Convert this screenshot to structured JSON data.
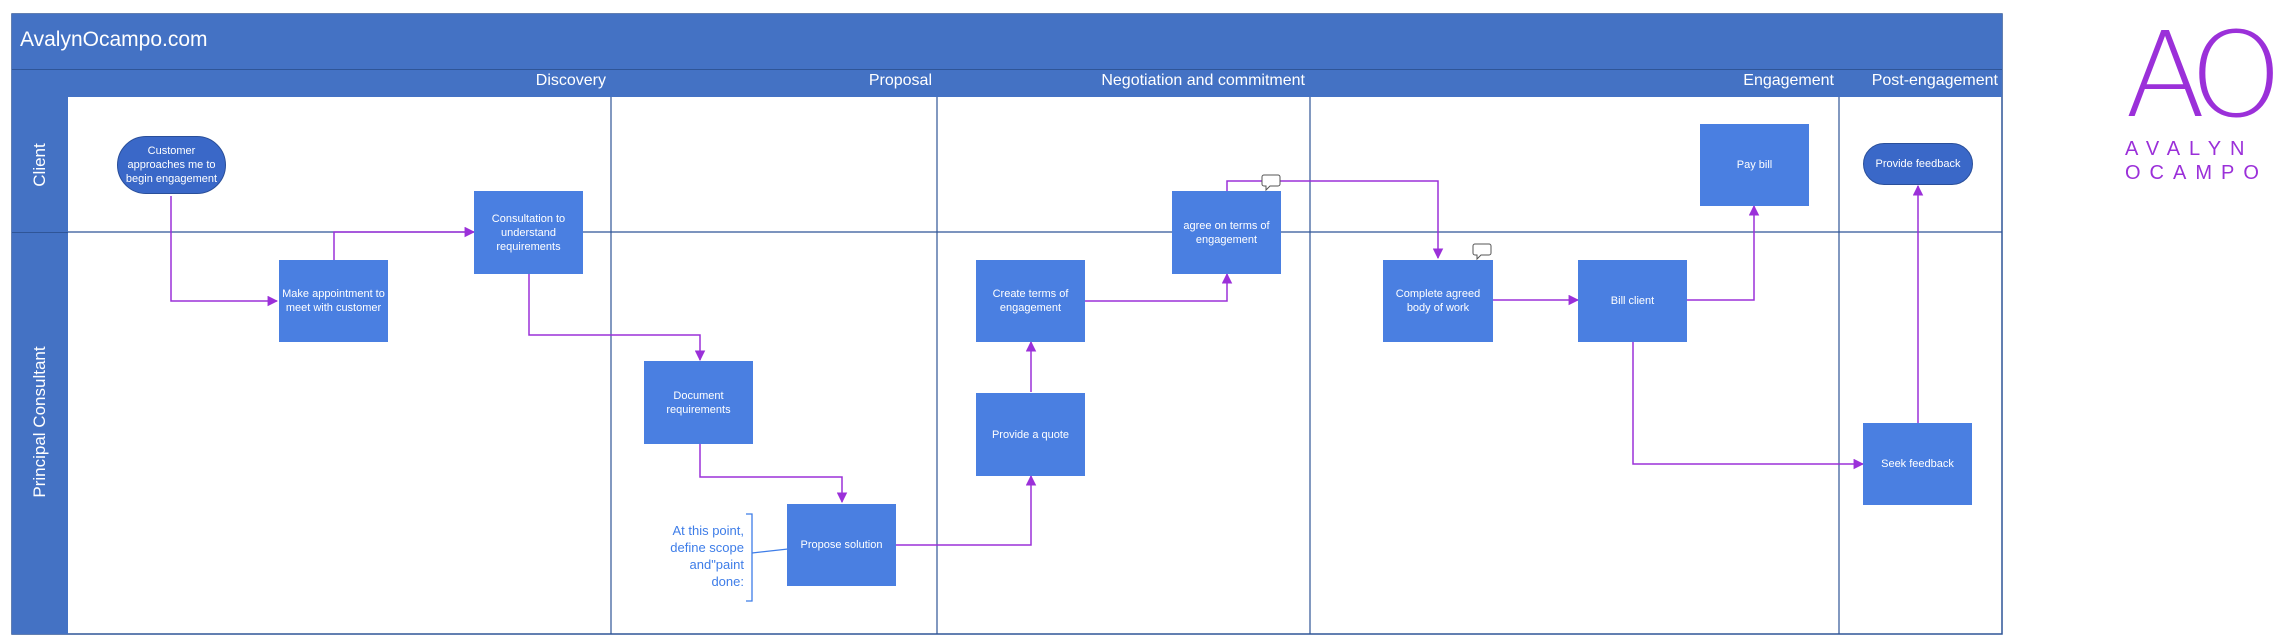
{
  "header": {
    "title": "AvalynOcampo.com"
  },
  "phases": [
    {
      "label": "Discovery"
    },
    {
      "label": "Proposal"
    },
    {
      "label": "Negotiation and commitment"
    },
    {
      "label": "Engagement"
    },
    {
      "label": "Post-engagement"
    }
  ],
  "lanes": [
    {
      "label": "Client"
    },
    {
      "label": "Principal Consultant"
    }
  ],
  "steps": {
    "customer_approaches": "Customer approaches me to begin engagement",
    "make_appointment": "Make appointment to meet with customer",
    "consultation": "Consultation to understand requirements",
    "document_requirements": "Document requirements",
    "propose_solution": "Propose solution",
    "provide_quote": "Provide a quote",
    "create_terms": "Create terms of engagement",
    "agree_terms": "agree on terms of engagement",
    "complete_work": "Complete agreed body of work",
    "bill_client": "Bill client",
    "pay_bill": "Pay bill",
    "provide_feedback": "Provide feedback",
    "seek_feedback": "Seek feedback"
  },
  "annotation": {
    "text": "At this point, define scope and\"paint done:"
  },
  "logo": {
    "monogram": "AO",
    "line1": "AVALYN",
    "line2": "OCAMPO"
  },
  "colors": {
    "lane_blue": "#4472c4",
    "shape_blue": "#4a7fe1",
    "connector_purple": "#9b30d9",
    "divider_blue": "#2f5597",
    "logo_purple": "#9b30d9"
  },
  "icons": {
    "comment": "speech-bubble-icon"
  }
}
